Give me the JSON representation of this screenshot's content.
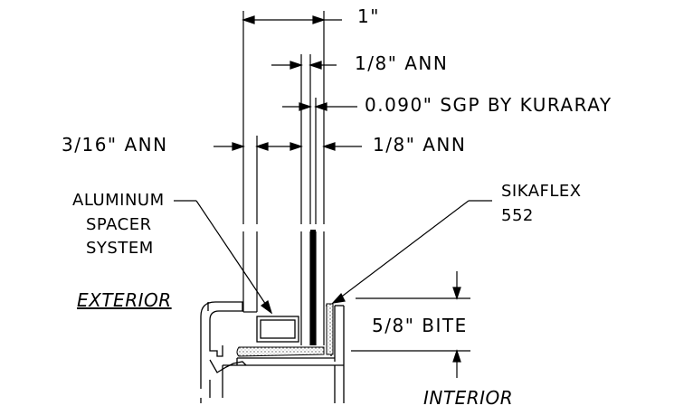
{
  "dimensions": {
    "overall_width": "1\"",
    "outer_lite": "1/8\" ANN",
    "interlayer": "0.090\" SGP BY KURARAY",
    "exterior_lite": "3/16\" ANN",
    "inner_lite": "1/8\" ANN",
    "bite": "5/8\" BITE"
  },
  "callouts": {
    "spacer_line1": "ALUMINUM",
    "spacer_line2": "SPACER",
    "spacer_line3": "SYSTEM",
    "sealant_line1": "SIKAFLEX",
    "sealant_line2": "552"
  },
  "sides": {
    "exterior": "EXTERIOR",
    "interior": "INTERIOR"
  },
  "colors": {
    "line": "#000000",
    "interlayer_fill": "#000000",
    "sealant_fill": "#cfcfcf"
  }
}
